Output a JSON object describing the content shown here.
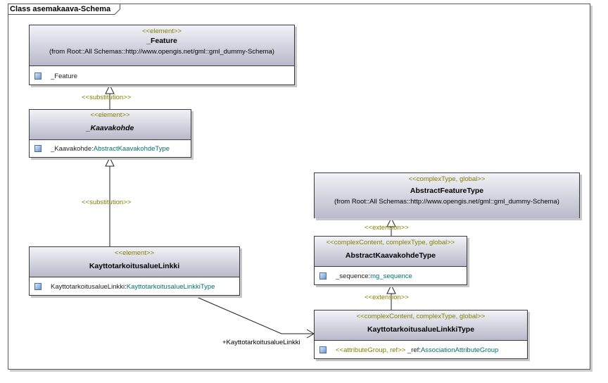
{
  "diagram": {
    "title": "Class asemakaava-Schema",
    "classes": {
      "feature": {
        "stereotype": "<<element>>",
        "name": "_Feature",
        "from": "(from Root::All Schemas::http://www.opengis.net/gml::gml_dummy-Schema)",
        "attr_name": "_Feature"
      },
      "kaavakohde": {
        "stereotype": "<<element>>",
        "name": "_Kaavakohde",
        "attr_name": "_Kaavakohde:",
        "attr_type": "AbstractKaavakohdeType"
      },
      "abstract_feature_type": {
        "stereotype": "<<complexType, global>>",
        "name": "AbstractFeatureType",
        "from": "(from Root::All Schemas::http://www.opengis.net/gml::gml_dummy-Schema)"
      },
      "abstract_kaavakohde_type": {
        "stereotype": "<<complexContent, complexType, global>>",
        "name": "AbstractKaavakohdeType",
        "attr_name": "_sequence:",
        "attr_type": "mg_sequence"
      },
      "linkki": {
        "stereotype": "<<element>>",
        "name": "KayttotarkoitusalueLinkki",
        "attr_name": "KayttotarkoitusalueLinkki:",
        "attr_type": "KayttotarkoitusalueLinkkiType"
      },
      "linkki_type": {
        "stereotype": "<<complexContent, complexType, global>>",
        "name": "KayttotarkoitusalueLinkkiType",
        "attr_stereotype": "<<attributeGroup, ref>>",
        "attr_name": " _ref:",
        "attr_type": "AssociationAttributeGroup"
      }
    },
    "relations": {
      "substitution_1": "<<substitution>>",
      "substitution_2": "<<substitution>>",
      "extension_1": "<<extension>>",
      "extension_2": "<<extension>>",
      "association_role": "+KayttotarkoitusalueLinkki"
    }
  }
}
